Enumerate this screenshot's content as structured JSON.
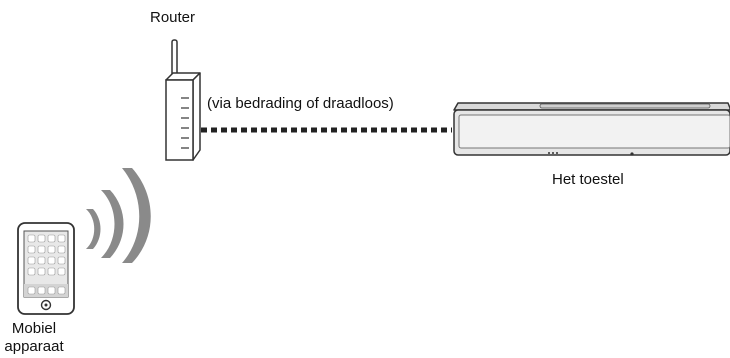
{
  "labels": {
    "router": "Router",
    "connection": "(via bedrading of draadloos)",
    "device": "Het toestel",
    "mobile": "Mobiel apparaat"
  },
  "icons": {
    "router": "router-icon",
    "soundbar": "soundbar-icon",
    "mobile": "mobile-device-icon",
    "wifi": "wifi-waves-icon"
  },
  "colors": {
    "stroke": "#333333",
    "device_fill": "#e6e6e6",
    "device_light": "#f2f2f2",
    "wave": "#8a8a8a",
    "screen": "#e8e8e8"
  }
}
